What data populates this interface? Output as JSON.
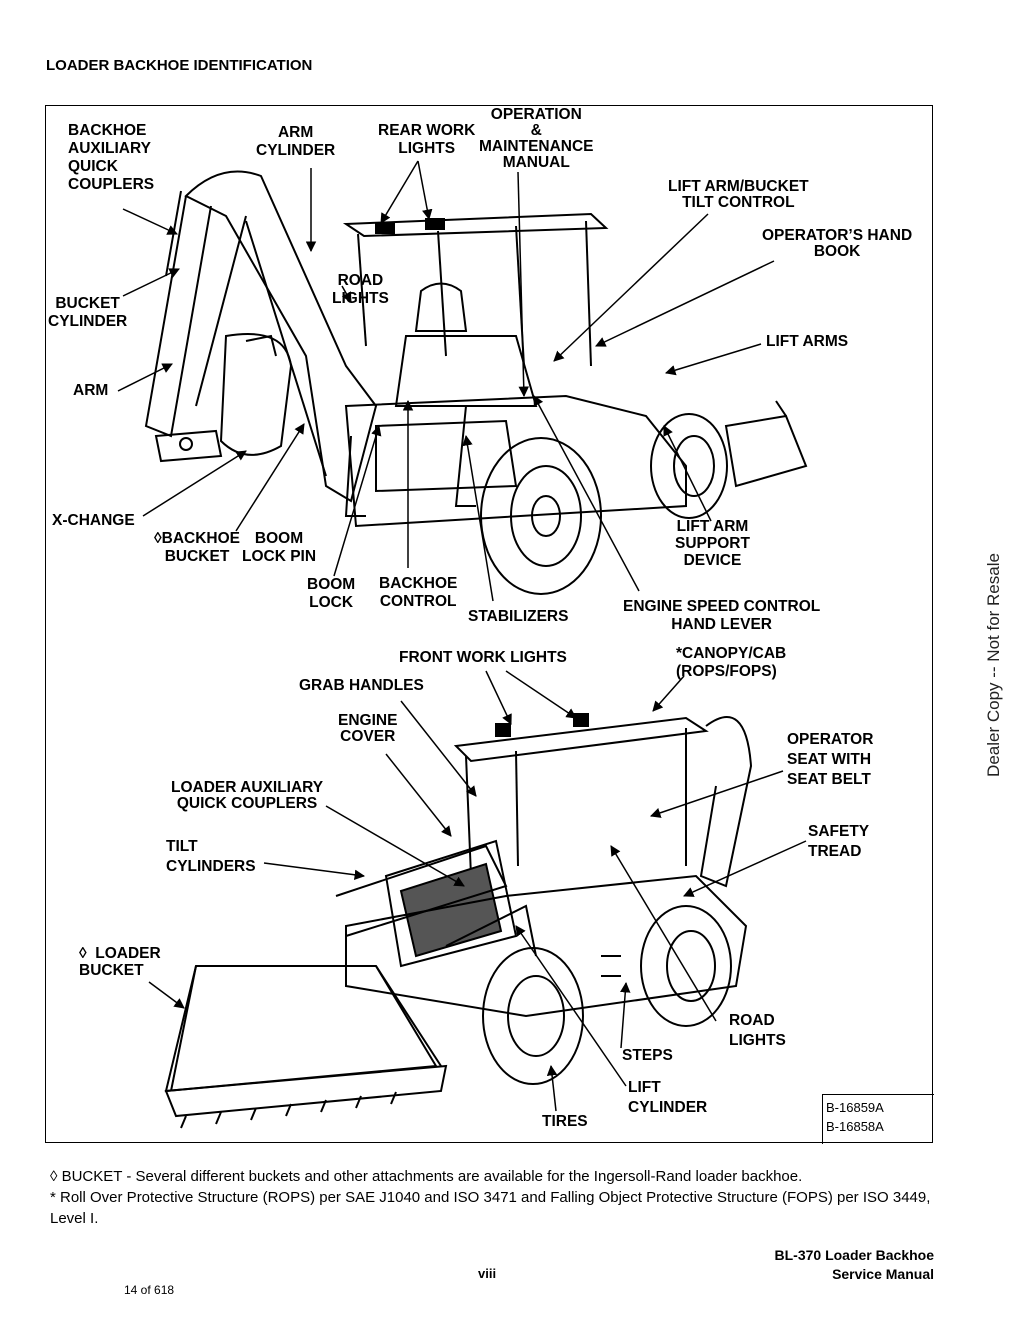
{
  "page_title": "LOADER BACKHOE IDENTIFICATION",
  "top_labels": {
    "backhoe_aux": "BACKHOE\nAUXILIARY\nQUICK\nCOUPLERS",
    "arm_cylinder": "ARM\nCYLINDER",
    "rear_work_lights": "REAR WORK\nLIGHTS",
    "om_manual": "OPERATION\n&\nMAINTENANCE\nMANUAL",
    "lift_arm_bucket": "LIFT ARM/BUCKET\nTILT CONTROL",
    "operators_hand_book": "OPERATOR’S HAND\nBOOK",
    "road_lights": "ROAD\nLIGHTS",
    "bucket_cylinder": "BUCKET\nCYLINDER",
    "lift_arms": "LIFT ARMS",
    "arm": "ARM",
    "x_change": "X-CHANGE",
    "backhoe_bucket": "◊BACKHOE\nBUCKET",
    "boom_lock_pin": "BOOM\nLOCK PIN",
    "lift_arm_support": "LIFT ARM\nSUPPORT\nDEVICE",
    "boom_lock": "BOOM\nLOCK",
    "backhoe_control": "BACKHOE\nCONTROL",
    "stabilizers": "STABILIZERS",
    "engine_speed": "ENGINE SPEED CONTROL\nHAND LEVER"
  },
  "bottom_labels": {
    "front_work_lights": "FRONT WORK LIGHTS",
    "canopy_cab": "*CANOPY/CAB\n(ROPS/FOPS)",
    "grab_handles": "GRAB HANDLES",
    "engine_cover": "ENGINE\nCOVER",
    "operator_seat": "OPERATOR\nSEAT WITH\nSEAT BELT",
    "loader_aux": "LOADER AUXILIARY\nQUICK COUPLERS",
    "safety_tread": "SAFETY\nTREAD",
    "tilt_cylinders": "TILT\nCYLINDERS",
    "loader_bucket": "◊  LOADER\nBUCKET",
    "road_lights": "ROAD\nLIGHTS",
    "steps": "STEPS",
    "lift_cylinder": "LIFT\nCYLINDER",
    "tires": "TIRES"
  },
  "figure_ids": [
    "B-16859A",
    "B-16858A"
  ],
  "notes": [
    "◊   BUCKET - Several different buckets and other attachments are available for the Ingersoll-Rand loader backhoe.",
    "* Roll Over Protective Structure (ROPS) per SAE J1040 and ISO 3471 and Falling Object Protective Structure (FOPS) per ISO 3449, Level I."
  ],
  "watermark": "Dealer Copy -- Not for Resale",
  "page_number": "viii",
  "manual_title": "BL-370 Loader Backhoe",
  "manual_subtitle": "Service Manual",
  "page_count": "14 of 618"
}
